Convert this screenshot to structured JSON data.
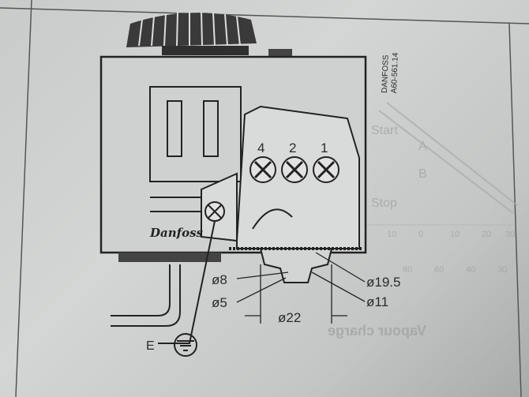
{
  "drawing": {
    "brand": "DANFOSS",
    "reference": "A60-561.14",
    "terminals": [
      "4",
      "2",
      "1"
    ],
    "dimensions": {
      "d8": "ø8",
      "d5": "ø5",
      "d19_5": "ø19.5",
      "d11": "ø11",
      "d22": "ø22"
    },
    "earth_label": "E"
  },
  "show_through": {
    "caption": "Vapour charge",
    "labels": [
      "Start",
      "A",
      "B",
      "Stop"
    ],
    "scale_top": [
      "30",
      "20",
      "10",
      "0",
      "10"
    ],
    "scale_bottom": [
      "30",
      "40",
      "60",
      "80"
    ]
  }
}
